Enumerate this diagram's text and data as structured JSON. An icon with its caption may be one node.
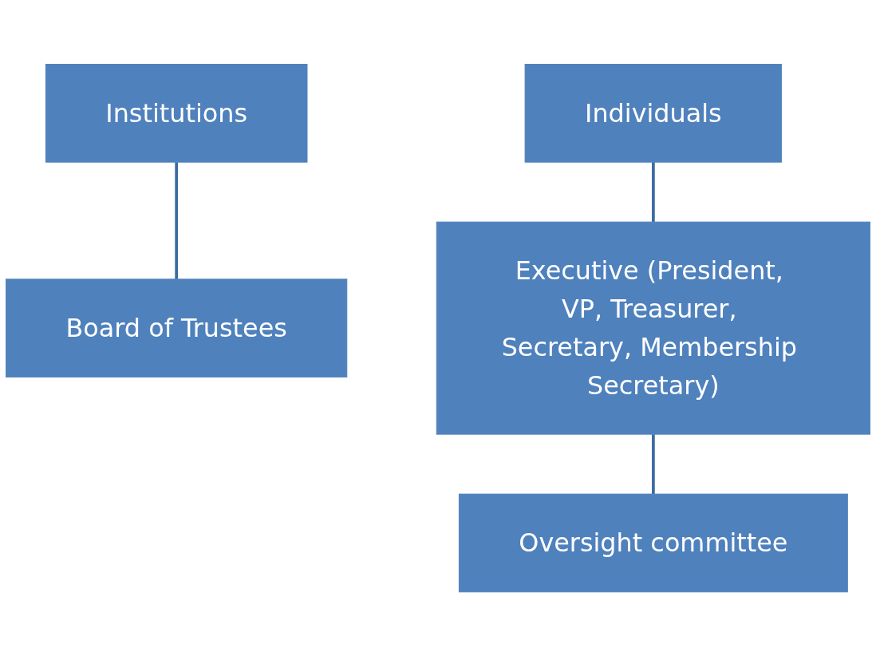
{
  "diagram": {
    "nodes": [
      {
        "text": [
          "Institutions"
        ]
      },
      {
        "text": [
          "Board of Trustees"
        ]
      },
      {
        "text": [
          "Individuals"
        ]
      },
      {
        "text": [
          "Executive (President, VP, Treasurer, Secretary, Membership Secretary)"
        ]
      },
      {
        "text": [
          "Oversight committee"
        ]
      }
    ],
    "edges": [
      {
        "from": 0,
        "to": 1,
        "arrow": "none"
      },
      {
        "from": 2,
        "to": 3,
        "arrow": "none"
      },
      {
        "from": 3,
        "to": 4,
        "arrow": "none"
      }
    ]
  }
}
